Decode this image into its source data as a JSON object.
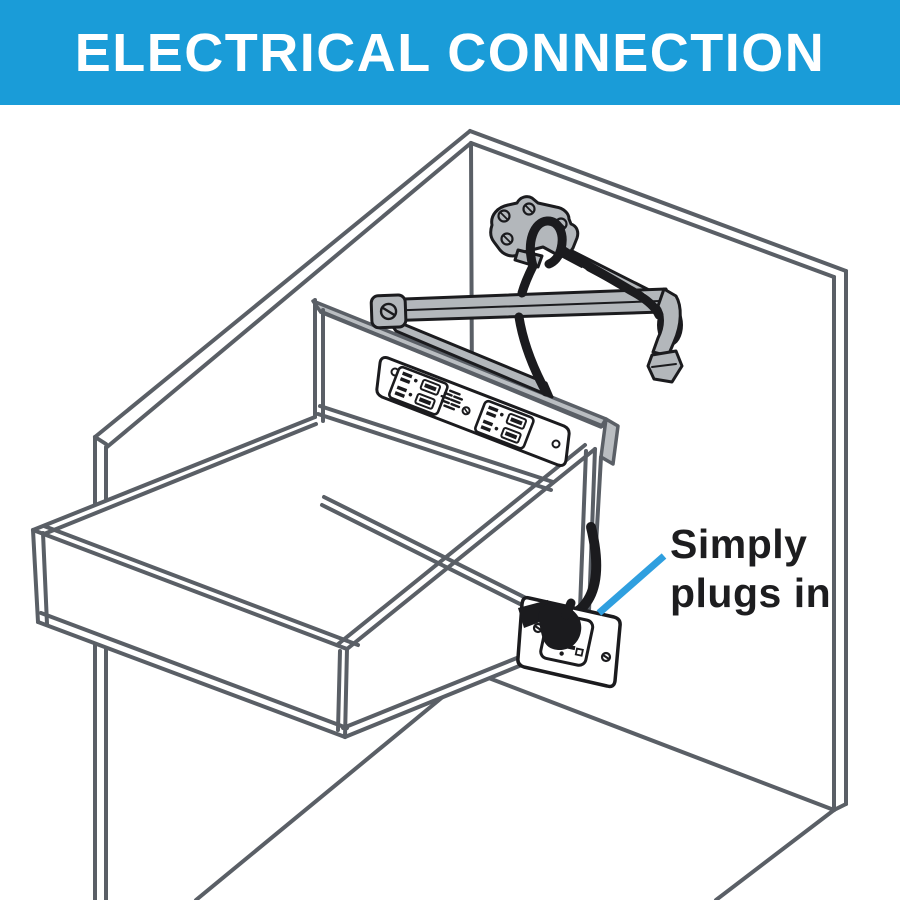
{
  "header": {
    "title": "ELECTRICAL CONNECTION",
    "bg_color": "#1a9cd8",
    "text_color": "#ffffff"
  },
  "callout": {
    "line1": "Simply",
    "line2": "plugs in",
    "text_color": "#1d1d1f",
    "pointer_color": "#2f9fdf"
  },
  "illustration": {
    "description": "Isometric line drawing of a cabinet with an open drawer; a power outlet strip with two duplex outlets and USB ports is mounted on the drawer back rail, held by an articulated arm screwed to the cabinet back wall; its black cord hangs down and plugs into a duplex wall outlet below.",
    "colors": {
      "line_gray": "#5a5f66",
      "metal_gray": "#b3b7bb",
      "black": "#1b1b1e",
      "background": "#ffffff"
    },
    "parts": [
      "cabinet",
      "drawer",
      "power-strip",
      "usb-ports",
      "mounting-arm",
      "mounting-bracket",
      "power-cord",
      "wall-outlet",
      "plug"
    ]
  }
}
